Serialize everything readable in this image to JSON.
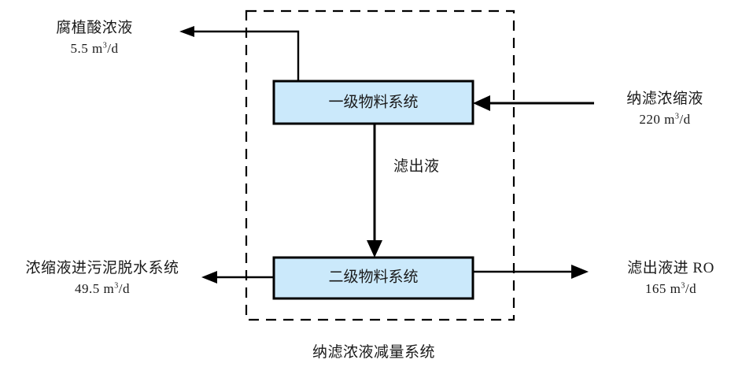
{
  "diagram": {
    "caption": "纳滤浓液减量系统",
    "unit": "m",
    "unit_exp": "3",
    "unit_suffix": "/d",
    "colors": {
      "box_fill": "#cbe9fb",
      "box_stroke": "#000000",
      "line": "#000000",
      "background": "#ffffff"
    },
    "boxes": [
      {
        "id": "stage1",
        "label": "一级物料系统"
      },
      {
        "id": "stage2",
        "label": "二级物料系统"
      }
    ],
    "internal_labels": [
      {
        "id": "filtrate",
        "label": "滤出液"
      }
    ],
    "io": [
      {
        "id": "humic-acid-out",
        "title": "腐植酸浓液",
        "value": "5.5",
        "unit_text": "5.5 m3/d",
        "direction": "output",
        "side": "left-top"
      },
      {
        "id": "nf-concentrate-in",
        "title": "纳滤浓缩液",
        "value": "220",
        "unit_text": "220 m3/d",
        "direction": "input",
        "side": "right-top"
      },
      {
        "id": "concentrate-to-sludge",
        "title": "浓缩液进污泥脱水系统",
        "value": "49.5",
        "unit_text": "49.5 m3/d",
        "direction": "output",
        "side": "left-bottom"
      },
      {
        "id": "filtrate-to-ro",
        "title": "滤出液进 RO",
        "value": "165",
        "unit_text": "165 m3/d",
        "direction": "output",
        "side": "right-bottom"
      }
    ]
  }
}
